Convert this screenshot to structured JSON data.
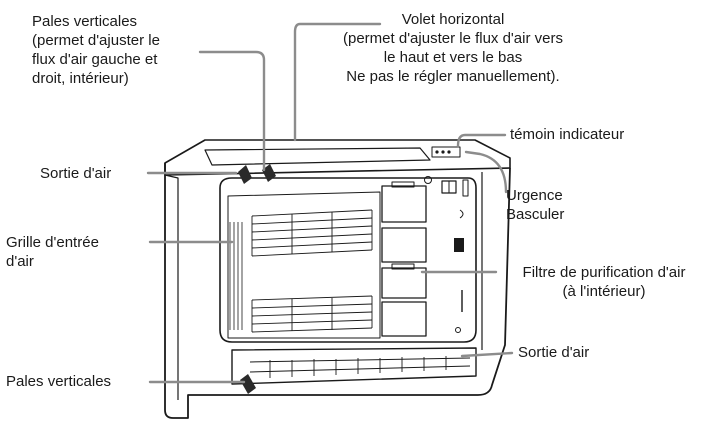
{
  "labels": {
    "pales_top": [
      "Pales verticales",
      "(permet d'ajuster le",
      "flux d'air gauche et",
      "droit, intérieur)"
    ],
    "volet": [
      "Volet horizontal",
      "(permet d'ajuster le flux d'air vers",
      "le haut et vers le bas",
      "Ne pas le régler manuellement)."
    ],
    "temoin": "témoin indicateur",
    "urgence": [
      "Urgence",
      "Basculer"
    ],
    "sortie_top": "Sortie d'air",
    "grille": [
      "Grille d'entrée",
      "d'air"
    ],
    "filtre": [
      "Filtre de purification d'air",
      "(à l'intérieur)"
    ],
    "sortie_bottom": "Sortie d'air",
    "pales_bottom": "Pales verticales"
  }
}
